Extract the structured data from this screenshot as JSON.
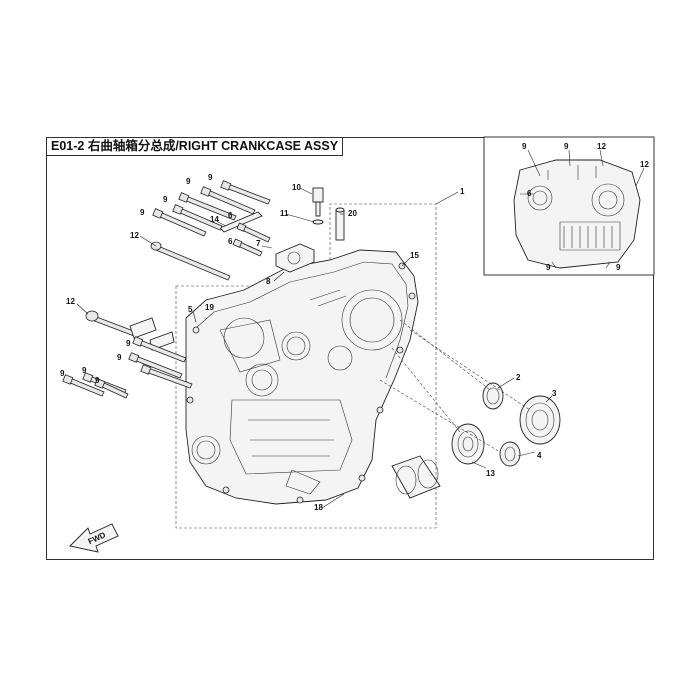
{
  "diagram": {
    "title": "E01-2 右曲轴箱分总成/RIGHT CRANKCASE ASSY",
    "fwd_label": "FWD",
    "callouts": [
      "1",
      "2",
      "3",
      "4",
      "5",
      "6",
      "7",
      "8",
      "9",
      "10",
      "11",
      "12",
      "13",
      "14",
      "15",
      "18",
      "19",
      "20"
    ],
    "inset_callouts": [
      "9",
      "9",
      "12",
      "12",
      "6",
      "9",
      "9"
    ],
    "main_bolt_callouts": [
      "9",
      "9",
      "9",
      "9",
      "9",
      "9",
      "9",
      "9",
      "12",
      "12",
      "6",
      "6"
    ]
  }
}
